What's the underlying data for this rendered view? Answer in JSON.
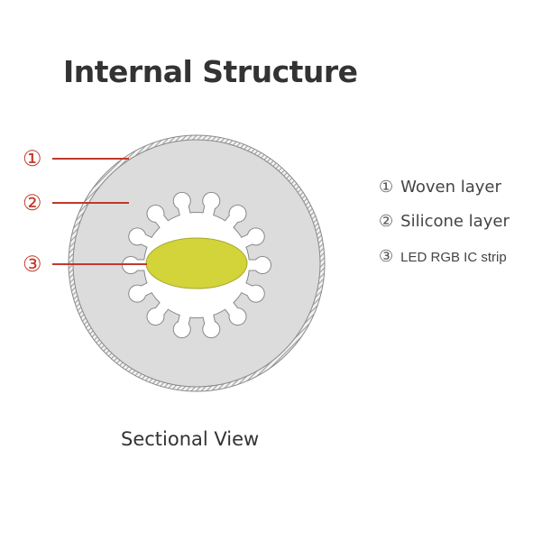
{
  "title": "Internal Structure",
  "caption": "Sectional View",
  "markers": [
    "①",
    "②",
    "③"
  ],
  "legend": [
    {
      "num": "①",
      "label": "Woven layer"
    },
    {
      "num": "②",
      "label": "Silicone layer"
    },
    {
      "num": "③",
      "label": "LED RGB IC strip"
    }
  ],
  "colors": {
    "leader": "#c0392b",
    "silicone": "#dcdcdc",
    "woven": "#9a9a9a",
    "led": "#d3d33a"
  }
}
